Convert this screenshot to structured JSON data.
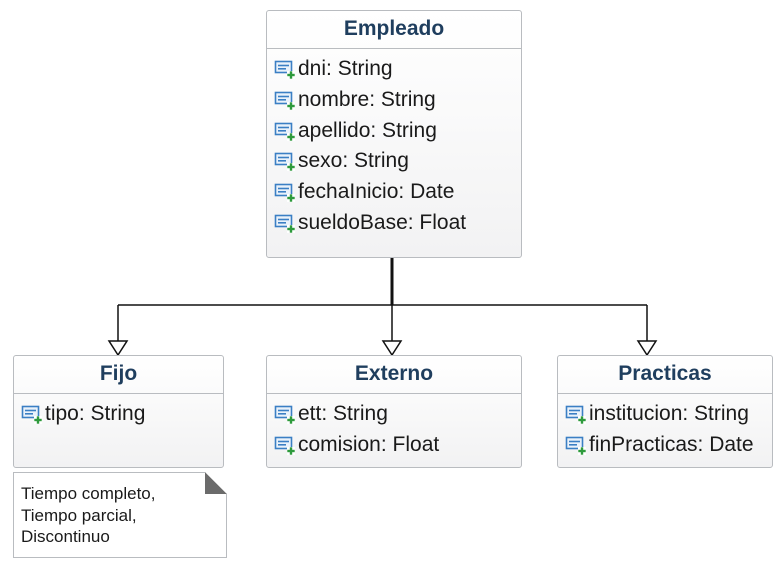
{
  "classes": [
    {
      "id": "empleado",
      "name": "Empleado",
      "attributes": [
        "dni: String",
        "nombre: String",
        "apellido: String",
        "sexo: String",
        "fechaInicio: Date",
        "sueldoBase: Float"
      ]
    },
    {
      "id": "fijo",
      "name": "Fijo",
      "attributes": [
        "tipo: String"
      ]
    },
    {
      "id": "externo",
      "name": "Externo",
      "attributes": [
        "ett: String",
        "comision: Float"
      ]
    },
    {
      "id": "practicas",
      "name": "Practicas",
      "attributes": [
        "institucion: String",
        "finPracticas: Date"
      ]
    }
  ],
  "note": {
    "text": "Tiempo completo,\nTiempo parcial,\nDiscontinuo"
  },
  "icons": {
    "attribute": "attribute-icon"
  },
  "colors": {
    "title": "#1f3e5e",
    "border": "#b9bcc0",
    "icon_blue": "#3b7fc4",
    "icon_green": "#2e9a3c",
    "note_corner": "#666666"
  }
}
